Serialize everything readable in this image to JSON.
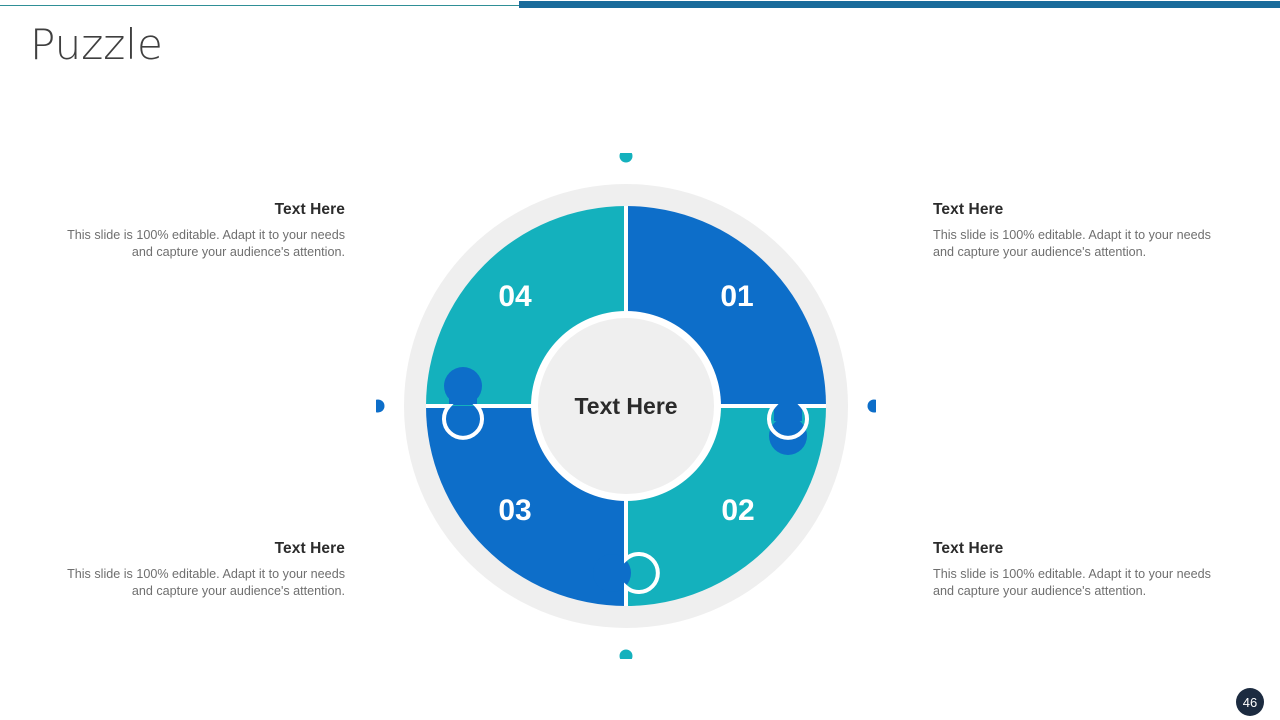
{
  "slide": {
    "title": "Puzzle",
    "page_number": "46"
  },
  "colors": {
    "blue": "#0d6ec9",
    "teal": "#14b1bd",
    "ring_gray": "#efefef",
    "center_gray": "#efefef",
    "rule_teal": "#2f8f96",
    "rule_blue": "#1a6b9b",
    "badge_navy": "#1c2b40",
    "heading_text": "#2b2b2b",
    "body_text": "#6f6f6f",
    "title_text": "#3f3f3f"
  },
  "center": {
    "label": "Text Here"
  },
  "segments": [
    {
      "id": "01",
      "number": "01",
      "color": "#0d6ec9",
      "position": "top-right",
      "heading": "Text Here",
      "body": "This slide is 100% editable. Adapt it to your needs and capture your audience's attention."
    },
    {
      "id": "02",
      "number": "02",
      "color": "#14b1bd",
      "position": "bottom-right",
      "heading": "Text Here",
      "body": "This slide is 100% editable. Adapt it to your needs and capture your audience's attention."
    },
    {
      "id": "03",
      "number": "03",
      "color": "#0d6ec9",
      "position": "bottom-left",
      "heading": "Text Here",
      "body": "This slide is 100% editable. Adapt it to your needs and capture your audience's attention."
    },
    {
      "id": "04",
      "number": "04",
      "color": "#14b1bd",
      "position": "top-left",
      "heading": "Text Here",
      "body": "This slide is 100% editable. Adapt it to your needs and capture your audience's attention."
    }
  ],
  "dots": [
    {
      "name": "dot-top",
      "color": "#14b1bd"
    },
    {
      "name": "dot-right",
      "color": "#0d6ec9"
    },
    {
      "name": "dot-bottom",
      "color": "#14b1bd"
    },
    {
      "name": "dot-left",
      "color": "#0d6ec9"
    }
  ]
}
